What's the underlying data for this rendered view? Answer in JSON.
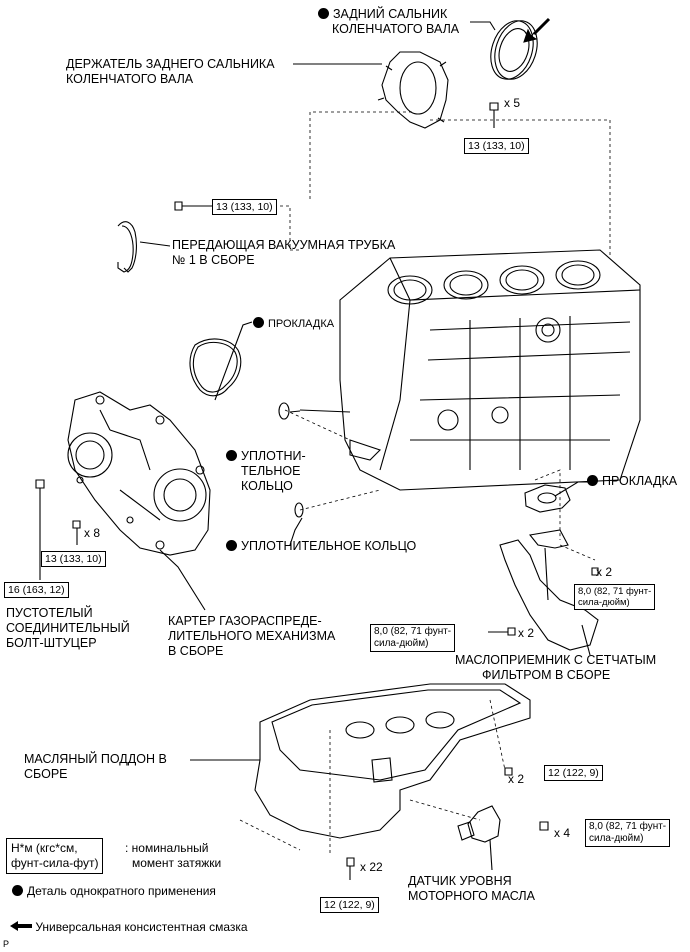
{
  "labels": {
    "rear_oil_seal_l1": "ЗАДНИЙ САЛЬНИК",
    "rear_oil_seal_l2": "КОЛЕНЧАТОГО ВАЛА",
    "seal_retainer_l1": "ДЕРЖАТЕЛЬ ЗАДНЕГО САЛЬНИКА",
    "seal_retainer_l2": "КОЛЕНЧАТОГО ВАЛА",
    "vacuum_pipe_l1": "ПЕРЕДАЮЩАЯ ВАКУУМНАЯ ТРУБКА",
    "vacuum_pipe_l2": "№ 1 В СБОРЕ",
    "gasket_top": "ПРОКЛАДКА",
    "oring_l1": "УПЛОТНИ-",
    "oring_l2": "ТЕЛЬНОЕ",
    "oring_l3": "КОЛЬЦО",
    "gasket_right": "ПРОКЛАДКА",
    "oring_long": "УПЛОТНИТЕЛЬНОЕ КОЛЬЦО",
    "union_bolt_l1": "ПУСТОТЕЛЫЙ",
    "union_bolt_l2": "СОЕДИНИТЕЛЬНЫЙ",
    "union_bolt_l3": "БОЛТ-ШТУЦЕР",
    "timing_case_l1": "КАРТЕР ГАЗОРАСПРЕДЕ-",
    "timing_case_l2": "ЛИТЕЛЬНОГО МЕХАНИЗМА",
    "timing_case_l3": "В СБОРЕ",
    "strainer_l1": "МАСЛОПРИЕМНИК С СЕТЧАТЫМ",
    "strainer_l2": "ФИЛЬТРОМ В СБОРЕ",
    "oil_pan_l1": "МАСЛЯНЫЙ ПОДДОН В",
    "oil_pan_l2": "СБОРЕ",
    "level_sensor_l1": "ДАТЧИК УРОВНЯ",
    "level_sensor_l2": "МОТОРНОГО МАСЛА"
  },
  "torques": {
    "t13_a": "13 (133, 10)",
    "t13_b": "13 (133, 10)",
    "t13_c": "13 (133, 10)",
    "t16": "16 (163, 12)",
    "t8_a_l1": "8,0 (82, 71 фунт-",
    "t8_a_l2": "сила-дюйм)",
    "t8_b_l1": "8,0 (82, 71 фунт-",
    "t8_b_l2": "сила-дюйм)",
    "t12_a": "12 (122, 9)",
    "t8_c_l1": "8,0 (82, 71 фунт-",
    "t8_c_l2": "сила-дюйм)",
    "t12_b": "12 (122, 9)"
  },
  "quantities": {
    "q5": "x 5",
    "q8": "x 8",
    "q2_a": "x 2",
    "q2_b": "x 2",
    "q2_c": "x 2",
    "q4": "x 4",
    "q22": "x 22"
  },
  "legend": {
    "torque_box_l1": "Н*м (кгс*см,",
    "torque_box_l2": "фунт-сила-фут)",
    "torque_desc_l1": ": номинальный",
    "torque_desc_l2": "момент затяжки",
    "non_reusable": "Деталь однократного применения",
    "grease": "Универсальная консистентная смазка"
  },
  "footer_mark": "P"
}
